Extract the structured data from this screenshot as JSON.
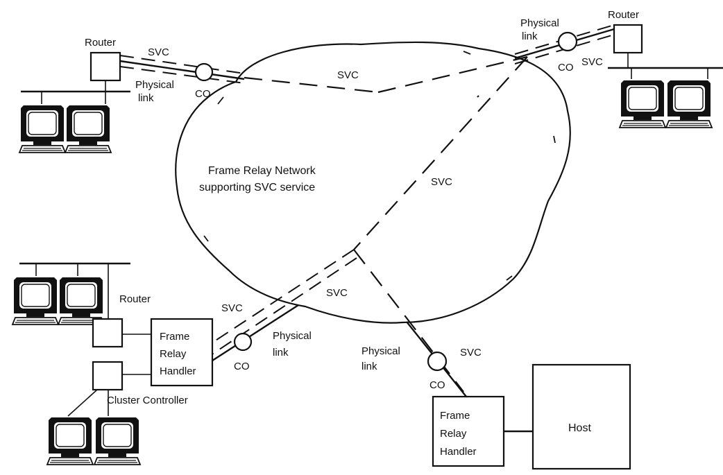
{
  "network": {
    "title_line1": "Frame Relay Network",
    "title_line2": "supporting SVC service"
  },
  "labels": {
    "router": "Router",
    "svc": "SVC",
    "co": "CO",
    "physical": "Physical",
    "link": "link",
    "frame": "Frame",
    "relay": "Relay",
    "handler": "Handler",
    "cluster_controller": "Cluster Controller",
    "host": "Host"
  },
  "colors": {
    "ink": "#111111",
    "background": "#ffffff"
  },
  "icons": [
    "router-icon",
    "terminal-icon",
    "co-icon",
    "cloud-icon"
  ]
}
